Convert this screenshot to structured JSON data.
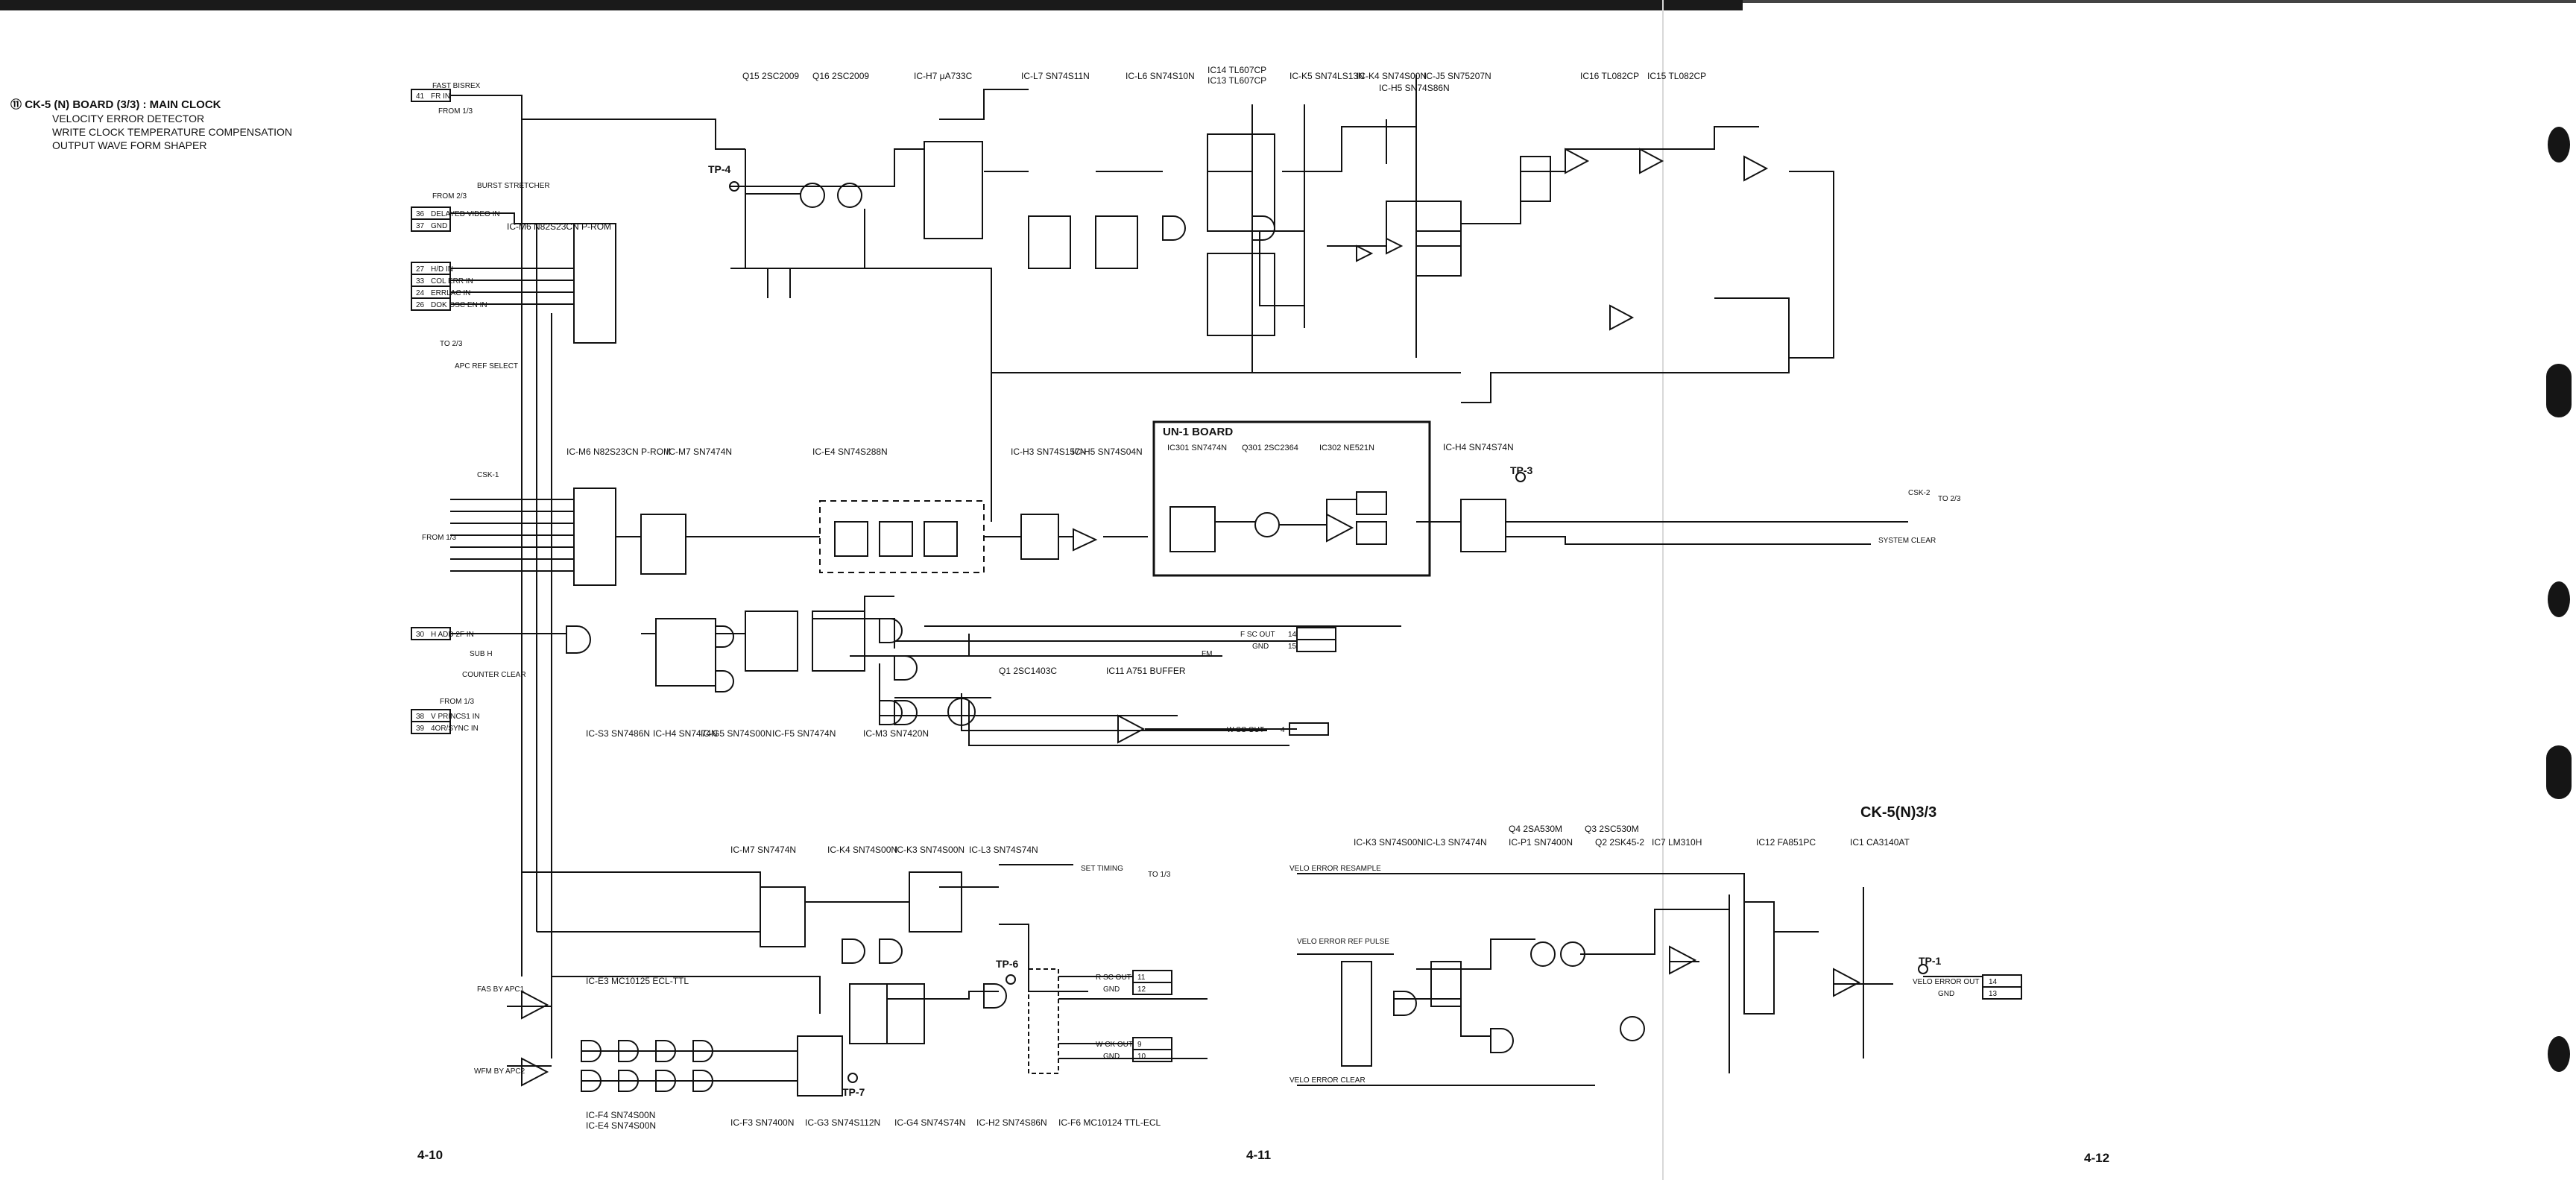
{
  "header": {
    "section_number": "⑪",
    "board_title": "CK-5 (N) BOARD (3/3) : MAIN CLOCK",
    "functions": [
      "VELOCITY ERROR DETECTOR",
      "WRITE CLOCK TEMPERATURE COMPENSATION",
      "OUTPUT WAVE FORM SHAPER"
    ]
  },
  "board_label": "CK-5(N)3/3",
  "sub_board_label": "UN-1 BOARD",
  "page_numbers": [
    "4-10",
    "4-11",
    "4-12"
  ],
  "test_points": {
    "tp4": "TP-4",
    "tp3": "TP-3",
    "tp6": "TP-6",
    "tp7": "TP-7",
    "tp1": "TP-1"
  },
  "ic_labels_top": [
    "Q15 2SC2009",
    "Q16 2SC2009",
    "IC-H7 μA733C",
    "IC-L7 SN74S11N",
    "IC-L6 SN74S10N",
    "IC14 TL607CP",
    "IC13 TL607CP",
    "IC-K5 SN74LS13N",
    "IC-K4 SN74S00N",
    "IC-J5 SN75207N",
    "IC-H5 SN74S86N",
    "IC16 TL082CP",
    "IC15 TL082CP"
  ],
  "ic_labels_middle": [
    "IC-M6 N82S23CN P-ROM",
    "IC-M7 SN7474N",
    "IC-E4 SN74S288N",
    "IC-H3 SN74S157N",
    "IC-H5 SN74S04N",
    "IC-H4 SN74S74N"
  ],
  "un1_labels": [
    "IC301 SN7474N",
    "Q301 2SC2364",
    "IC302 NE521N"
  ],
  "ic_labels_lower": [
    "IC-S3 SN7486N",
    "IC-H4 SN7474N",
    "IC-G5 SN74S00N",
    "IC-F5 SN7474N",
    "IC-M3 SN7420N",
    "Q1 2SC1403C",
    "IC11 A751 BUFFER"
  ],
  "ic_labels_bottom_left": [
    "IC-M7 SN7474N",
    "IC-K4 SN74S00N",
    "IC-K3 SN74S00N",
    "IC-L3 SN74S74N",
    "IC-E3 MC10125 ECL-TTL",
    "IC-F4 SN74S00N",
    "IC-E4 SN74S00N",
    "IC-F3 SN7400N",
    "IC-G3 SN74S112N",
    "IC-G4 SN74S74N",
    "IC-H2 SN74S86N",
    "IC-F6 MC10124 TTL-ECL"
  ],
  "ic_labels_bottom_right": [
    "IC-K3 SN74S00N",
    "IC-L3 SN7474N",
    "Q4 2SA530M",
    "IC-P1 SN7400N",
    "Q3 2SC530M",
    "Q2 2SK45-2",
    "IC7 LM310H",
    "IC12 FA851PC",
    "IC1 CA3140AT"
  ],
  "inputs_left": [
    {
      "pin": "41",
      "name": "FR IN"
    },
    {
      "pin": "36",
      "name": "DELAYED VIDEO IN"
    },
    {
      "pin": "37",
      "name": "GND"
    },
    {
      "pin": "27",
      "name": "H/D IN"
    },
    {
      "pin": "33",
      "name": "COL ERR IN"
    },
    {
      "pin": "24",
      "name": "ERRLAC IN"
    },
    {
      "pin": "26",
      "name": "DOK OSC EN IN"
    },
    {
      "pin": "30",
      "name": "H ADD 2F IN"
    },
    {
      "pin": "38",
      "name": "V PRINCS1 IN"
    },
    {
      "pin": "39",
      "name": "4OR/SYNC IN"
    }
  ],
  "outputs_right": [
    {
      "pin": "14",
      "name": "F SC OUT"
    },
    {
      "pin": "15",
      "name": "GND"
    },
    {
      "pin": "4",
      "name": "W SC OUT"
    },
    {
      "pin": "11",
      "name": "R SC OUT"
    },
    {
      "pin": "12",
      "name": "GND"
    },
    {
      "pin": "9",
      "name": "W CK OUT"
    },
    {
      "pin": "10",
      "name": "GND"
    },
    {
      "pin": "14",
      "name": "VELO ERROR OUT"
    },
    {
      "pin": "13",
      "name": "GND"
    }
  ],
  "signal_labels": [
    "FAST BISREX",
    "FROM 1/3",
    "BURST STRETCHER",
    "FROM 2/3",
    "TO 2/3",
    "APC REF SELECT",
    "CSK-1",
    "FROM 1/3",
    "SUB H",
    "COUNTER CLEAR",
    "FROM 1/3",
    "SYSTEM CLEAR",
    "CSK-2",
    "TO 2/3",
    "FM",
    "SET TIMING",
    "TO 1/3",
    "VELO ERROR RESAMPLE",
    "VELO ERROR REF PULSE",
    "VELO ERROR CLEAR",
    "FAS BY APC1",
    "WFM BY APC2"
  ]
}
